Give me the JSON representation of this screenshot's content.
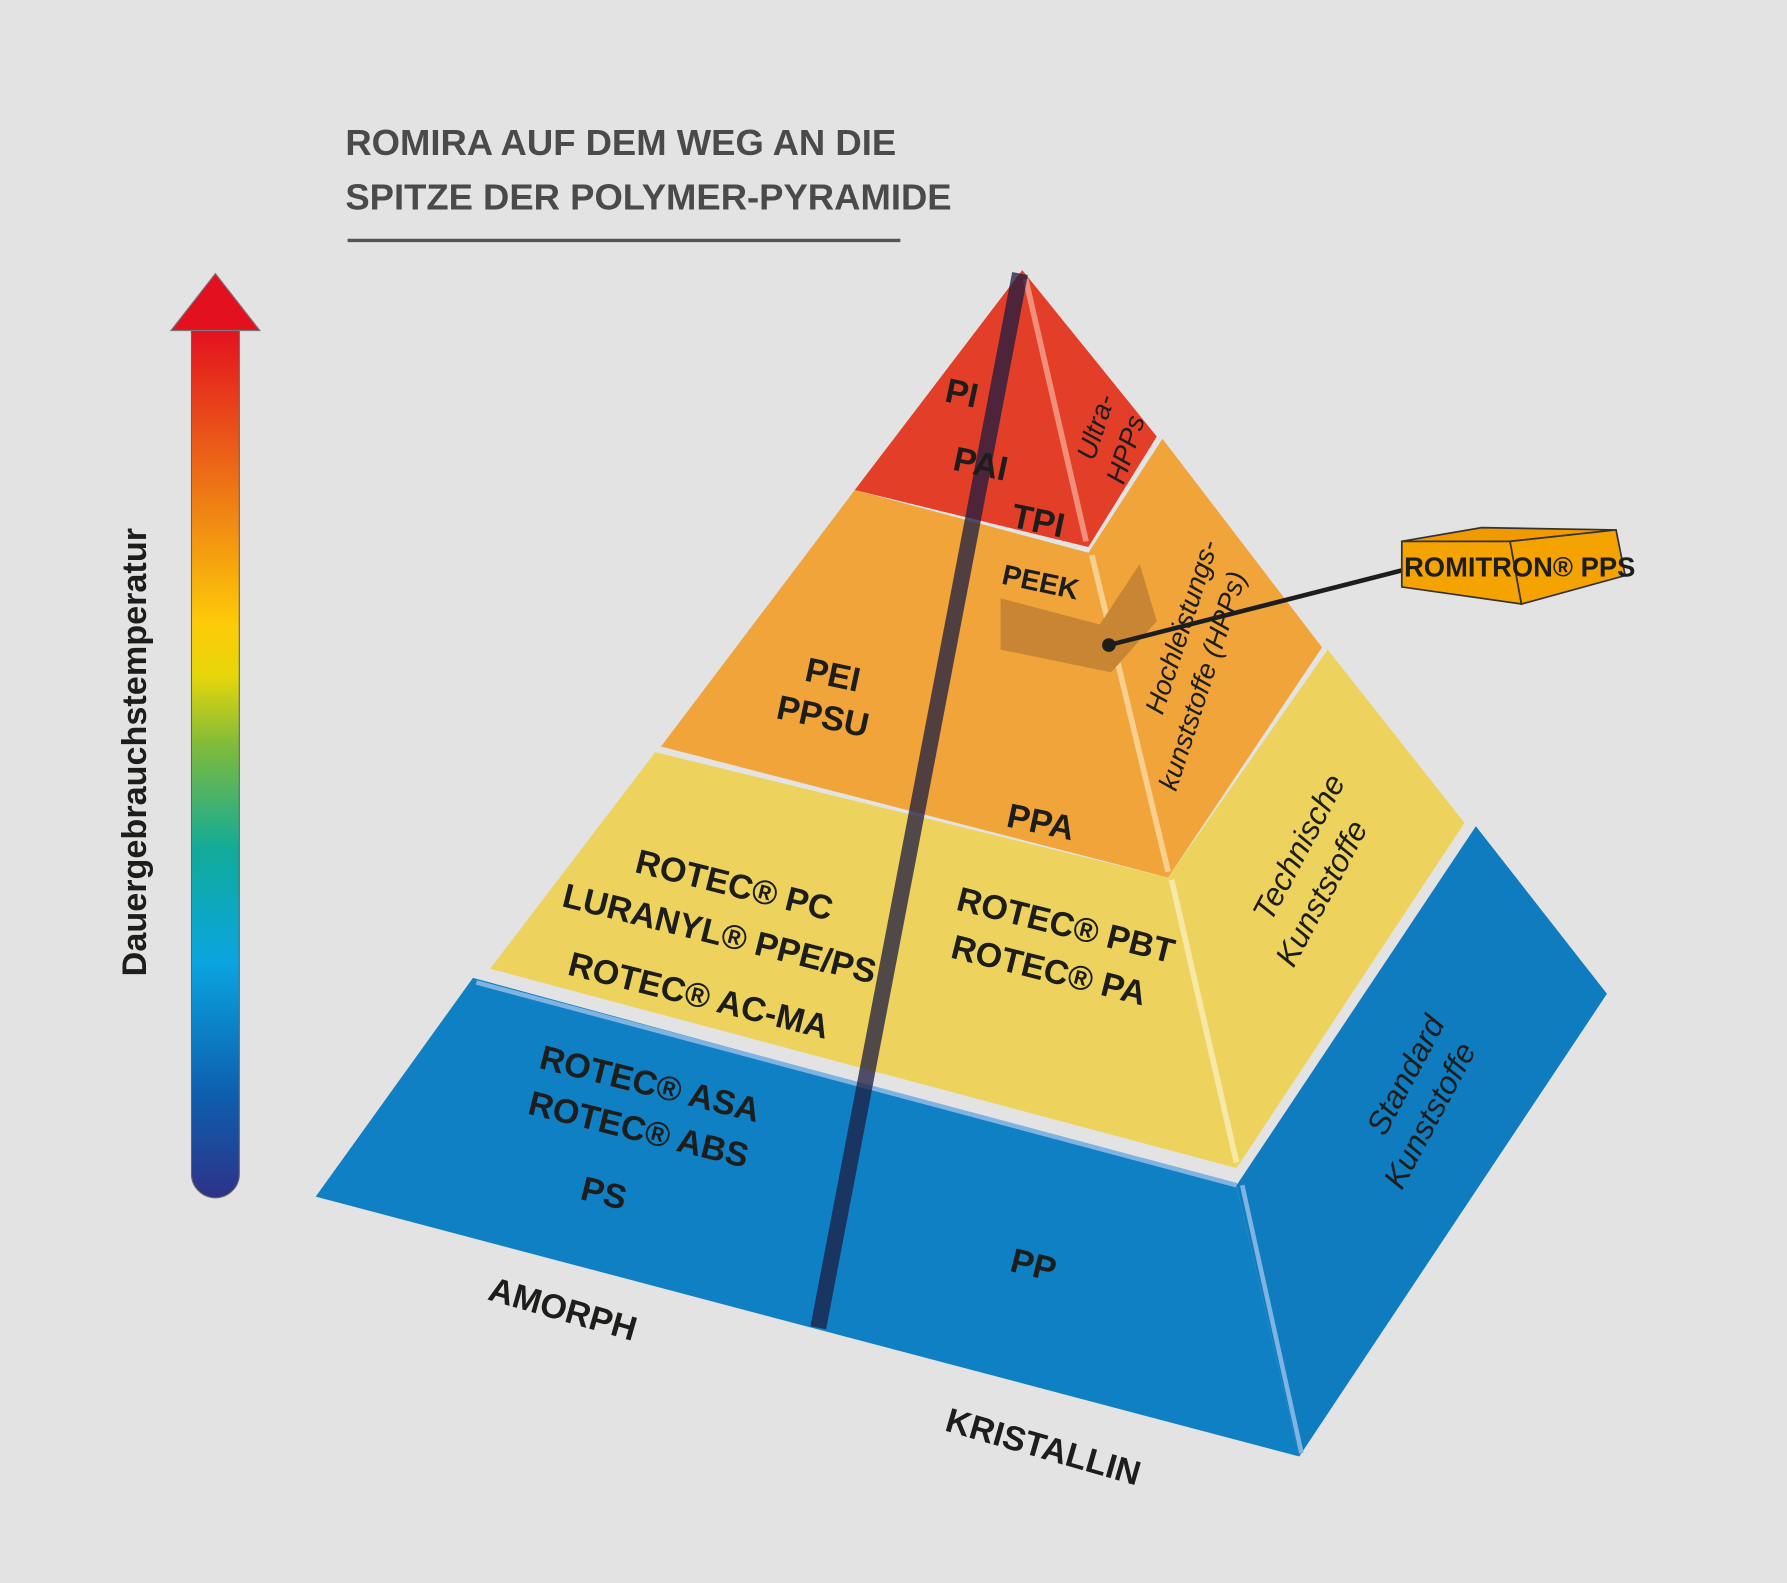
{
  "title": {
    "line1": "ROMIRA AUF DEM WEG AN DIE",
    "line2": "SPITZE DER POLYMER-PYRAMIDE"
  },
  "axis_label": "Dauergebrauchstemperatur",
  "colors": {
    "red": "#e23e28",
    "orange": "#f0a43a",
    "yellow": "#edd35e",
    "blue": "#1080c4",
    "background": "#e3e3e3"
  },
  "tiers": {
    "ultra": {
      "side_line1": "Ultra-",
      "side_line2": "HPPs",
      "items": [
        "PI",
        "PAI",
        "TPI"
      ]
    },
    "hpp": {
      "side_line1": "Hochleistungs-",
      "side_line2": "kunststoffe (HPPs)",
      "left": [
        "PEI",
        "PPSU"
      ],
      "right": [
        "PEEK",
        "PPA"
      ]
    },
    "technical": {
      "side_line1": "Technische",
      "side_line2": "Kunststoffe",
      "left": [
        "ROTEC® PC",
        "LURANYL® PPE/PS",
        "ROTEC® AC-MA"
      ],
      "right": [
        "ROTEC® PBT",
        "ROTEC® PA"
      ]
    },
    "standard": {
      "side_line1": "Standard",
      "side_line2": "Kunststoffe",
      "left": [
        "ROTEC® ASA",
        "ROTEC® ABS",
        "PS"
      ],
      "right": [
        "PP"
      ]
    }
  },
  "callout": "ROMITRON® PPS",
  "base_labels": {
    "left": "AMORPH",
    "right": "KRISTALLIN"
  }
}
